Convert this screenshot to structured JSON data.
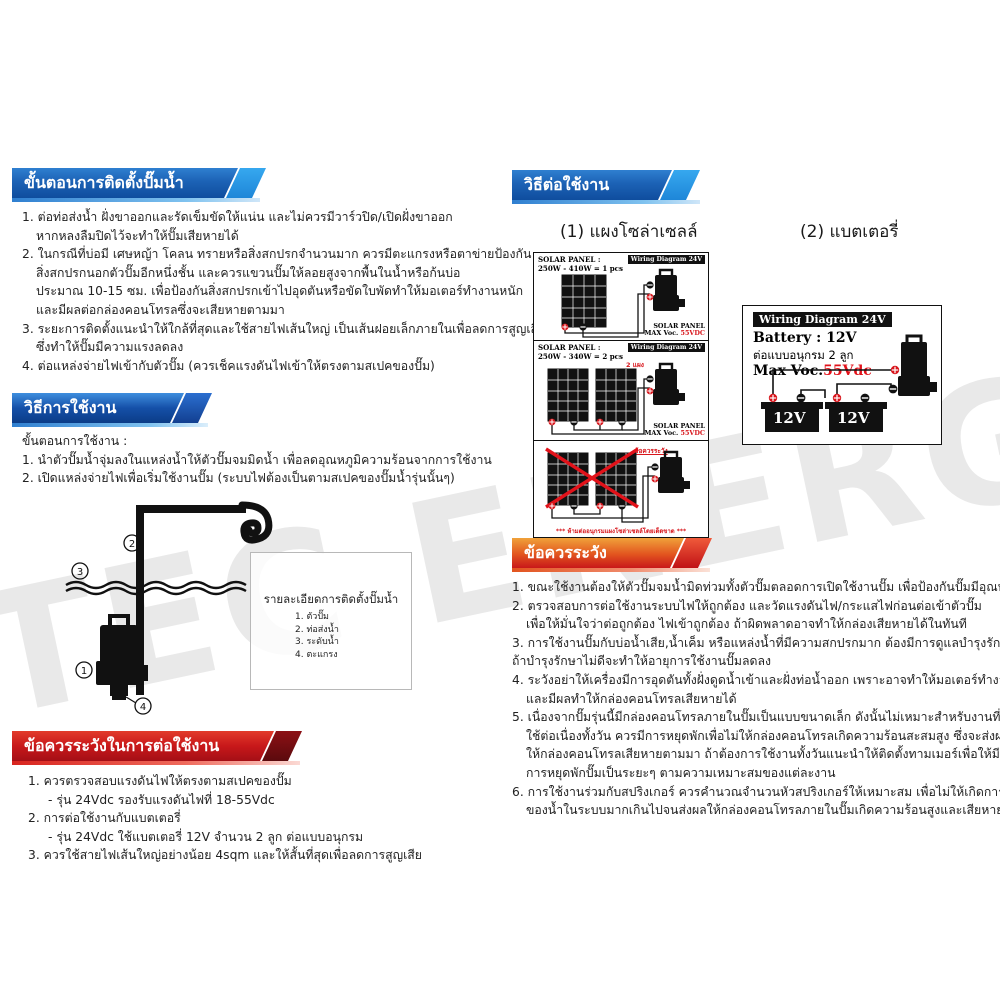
{
  "watermark": "MTEC ENERGY",
  "colors": {
    "blue_banner": "#1c62b5",
    "red_banner": "#c8181a",
    "orange_banner": "#e2541f",
    "accent_red": "#d8151b",
    "watermark_gray": "#e9e9e9"
  },
  "sections": {
    "install_steps": {
      "title": "ขั้นตอนการติดตั้งปั๊มน้ำ",
      "lines": [
        {
          "text": "1. ต่อท่อส่งน้ำ ฝั่งขาออกและรัดเข็มขัดให้แน่น และไม่ควรมีวาร์วปิด/เปิดฝั่งขาออก",
          "indent": 0
        },
        {
          "text": "หากหลงลืมปิดไว้จะทำให้ปั๊มเสียหายได้",
          "indent": 1
        },
        {
          "text": "2. ในกรณีที่บ่อมี เศษหญ้า โคลน ทรายหรือสิ่งสกปรกจำนวนมาก ควรมีตะแกรงหรือตาข่ายป้องกัน",
          "indent": 0
        },
        {
          "text": "สิ่งสกปรกนอกตัวปั๊มอีกหนึ่งชั้น และควรแขวนปั๊มให้ลอยสูงจากพื้นในน้ำหรือก้นบ่อ",
          "indent": 1
        },
        {
          "text": "ประมาณ 10-15 ซม. เพื่อป้องกันสิ่งสกปรกเข้าไปอุดตันหรือขัดใบพัดทำให้มอเตอร์ทำงานหนัก",
          "indent": 1
        },
        {
          "text": "และมีผลต่อกล่องคอนโทรลซึ่งจะเสียหายตามมา",
          "indent": 1
        },
        {
          "text": "3. ระยะการติดตั้งแนะนำให้ใกล้ที่สุดและใช้สายไฟเส้นใหญ่ เป็นเส้นฝอยเล็กภายในเพื่อลดการสูญเสีย",
          "indent": 0
        },
        {
          "text": "ซึ่งทำให้ปั๊มมีความแรงลดลง",
          "indent": 1
        },
        {
          "text": "4. ต่อแหล่งจ่ายไฟเข้ากับตัวปั๊ม (ควรเช็คแรงดันไฟเข้าให้ตรงตามสเปคของปั๊ม)",
          "indent": 0
        }
      ]
    },
    "how_to_use": {
      "title": "วิธีการใช้งาน",
      "lines": [
        {
          "text": "ขั้นตอนการใช้งาน :",
          "indent": 0
        },
        {
          "text": "1. นำตัวปั๊มน้ำจุ่มลงในแหล่งน้ำให้ตัวปั๊มจมมิดน้ำ เพื่อลดอุณหภูมิความร้อนจากการใช้งาน",
          "indent": 0
        },
        {
          "text": "2. เปิดแหล่งจ่ายไฟเพื่อเริ่มใช้งานปั๊ม (ระบบไฟต้องเป็นตามสเปคของปั๊มน้ำรุ่นนั้นๆ)",
          "indent": 0
        }
      ]
    },
    "connect_cautions": {
      "title": "ข้อควรระวังในการต่อใช้งาน",
      "lines": [
        {
          "text": "1. ควรตรวจสอบแรงดันไฟให้ตรงตามสเปคของปั๊ม",
          "indent": 0
        },
        {
          "text": "- รุ่น 24Vdc รองรับแรงดันไฟที่ 18-55Vdc",
          "indent": 2
        },
        {
          "text": "2. การต่อใช้งานกับแบตเตอรี่",
          "indent": 0
        },
        {
          "text": "- รุ่น 24Vdc ใช้แบตเตอรี่ 12V จำนวน 2 ลูก ต่อแบบอนุกรม",
          "indent": 2
        },
        {
          "text": "3. ควรใช้สายไฟเส้นใหญ่อย่างน้อย 4sqm และให้สั้นที่สุดเพื่อลดการสูญเสีย",
          "indent": 0
        }
      ]
    },
    "wiring": {
      "title": "วิธีต่อใช้งาน",
      "subtitles": [
        "(1) แผงโซล่าเซลล์",
        "(2) แบตเตอรี่"
      ]
    },
    "cautions": {
      "title": "ข้อควรระวัง",
      "lines": [
        {
          "text": "1. ขณะใช้งานต้องให้ตัวปั๊มจมน้ำมิดท่วมทั้งตัวปั๊มตลอดการเปิดใช้งานปั๊ม เพื่อป้องกันปั๊มมีอุณหภูมิสูง",
          "indent": 0
        },
        {
          "text": "2. ตรวจสอบการต่อใช้งานระบบไฟให้ถูกต้อง และวัดแรงดันไฟ/กระแสไฟก่อนต่อเข้าตัวปั๊ม",
          "indent": 0
        },
        {
          "text": "เพื่อให้มั่นใจว่าต่อถูกต้อง ไฟเข้าถูกต้อง ถ้าผิดพลาดอาจทำให้กล่องเสียหายได้ในทันที",
          "indent": 1
        },
        {
          "text": "3. การใช้งานปั๊มกับบ่อน้ำเสีย,น้ำเค็ม หรือแหล่งน้ำที่มีความสกปรกมาก ต้องมีการดูแลบำรุงรักษา",
          "indent": 0
        },
        {
          "text": "ถ้าบำรุงรักษาไม่ดีจะทำให้อายุการใช้งานปั๊มลดลง",
          "indent": 3
        },
        {
          "text": "4. ระวังอย่าให้เครื่องมีการอุดตันทั้งฝั่งดูดน้ำเข้าและฝั่งท่อน้ำออก เพราะอาจทำให้มอเตอร์ทำงานหนัก",
          "indent": 0
        },
        {
          "text": "และมีผลทำให้กล่องคอนโทรลเสียหายได้",
          "indent": 1
        },
        {
          "text": "5. เนื่องจากปั๊มรุ่นนี้มีกล่องคอนโทรลภายในปั๊มเป็นแบบขนาดเล็ก ดังนั้นไม่เหมาะสำหรับงานที่ต้อง",
          "indent": 0
        },
        {
          "text": "ใช้ต่อเนื่องทั้งวัน ควรมีการหยุดพักเพื่อไม่ให้กล่องคอนโทรลเกิดความร้อนสะสมสูง ซึ่งจะส่งผล",
          "indent": 1
        },
        {
          "text": "ให้กล่องคอนโทรลเสียหายตามมา ถ้าต้องการใช้งานทั้งวันแนะนำให้ติดตั้งทามเมอร์เพื่อให้มี",
          "indent": 1
        },
        {
          "text": "การหยุดพักปั๊มเป็นระยะๆ ตามความเหมาะสมของแต่ละงาน",
          "indent": 1
        },
        {
          "text": "6. การใช้งานร่วมกับสปริงเกอร์ ควรคำนวณจำนวนหัวสปริงเกอร์ให้เหมาะสม เพื่อไม่ให้เกิดการอัดอั้น",
          "indent": 0
        },
        {
          "text": "ของน้ำในระบบมากเกินไปจนส่งผลให้กล่องคอนโทรลภายในปั๊มเกิดความร้อนสูงและเสียหายตามมา",
          "indent": 1
        }
      ]
    }
  },
  "install_diagram": {
    "legend_title": "รายละเอียดการติดตั้งปั๊มน้ำ",
    "legend_items": [
      "1. ตัวปั๊ม",
      "2. ท่อส่งน้ำ",
      "3. ระดับน้ำ",
      "4. ตะแกรง"
    ],
    "callouts": [
      "1",
      "2",
      "3",
      "4"
    ]
  },
  "solar_panel_diagram": {
    "rows": [
      {
        "title_line1": "SOLAR PANEL :",
        "title_line2": "250W - 410W = 1 pcs",
        "tag": "Wiring Diagram 24V",
        "foot_line1": "SOLAR PANEL",
        "foot_line2_label": "MAX Voc.",
        "foot_line2_value": "55VDC",
        "panel_count": 1
      },
      {
        "title_line1": "SOLAR PANEL :",
        "title_line2": "250W - 340W = 2 pcs",
        "tag": "Wiring Diagram 24V",
        "count_note": "2 แผง",
        "foot_line1": "SOLAR PANEL",
        "foot_line2_label": "MAX Voc.",
        "foot_line2_value": "55VDC",
        "panel_count": 2
      },
      {
        "warn_label": "ข้อควรระวัง",
        "warn_foot": "*** ห้ามต่ออนุกรมแผงโซล่าเซลล์โดยเด็ดขาด ***",
        "panel_count": 2,
        "crossed_out": true
      }
    ]
  },
  "battery_diagram": {
    "tag": "Wiring Diagram 24V",
    "line1": "Battery : 12V",
    "line2": "ต่อแบบอนุกรม 2 ลูก",
    "line3_label": "Max Voc.",
    "line3_value": "55Vdc",
    "battery_labels": [
      "12V",
      "12V"
    ]
  }
}
